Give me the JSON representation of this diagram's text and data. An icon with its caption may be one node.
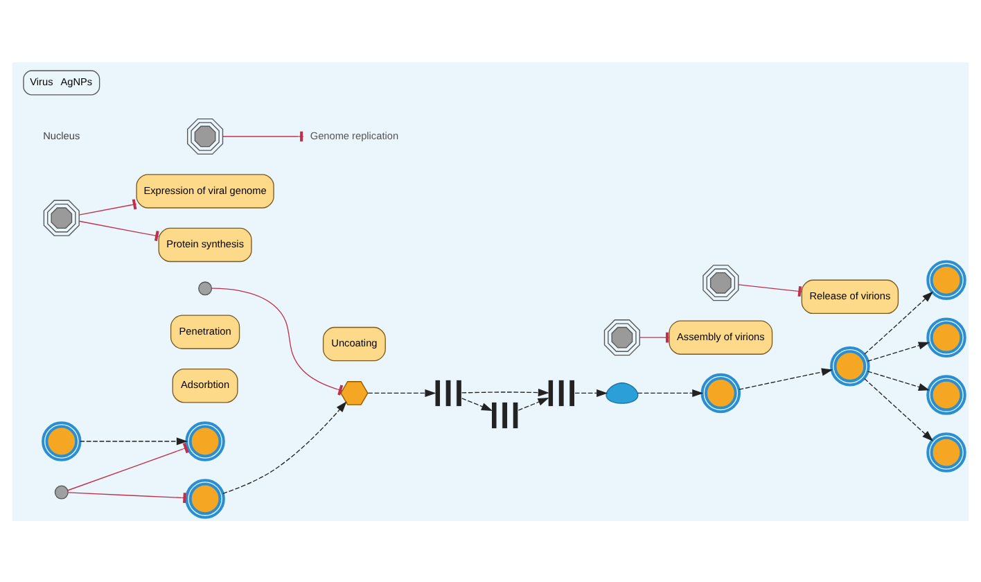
{
  "diagram": {
    "nodes": [
      {
        "text": [],
        "shape": "picture"
      },
      {
        "text": [],
        "shape": "picture"
      },
      {
        "text": [
          "Adsorbtion"
        ]
      },
      {
        "text": [],
        "shape": "circle"
      },
      {
        "text": [],
        "shape": "picture"
      },
      {
        "text": [
          "Penetration"
        ]
      },
      {
        "text": [
          "Uncoating"
        ]
      },
      {
        "text": [],
        "shape": "picture"
      },
      {
        "text": [],
        "shape": "circle"
      },
      {
        "text": [],
        "shape": "picture"
      },
      {
        "text": [
          "Expression of viral genome"
        ]
      },
      {
        "text": [],
        "shape": "picture"
      },
      {
        "text": [
          "Protein synthesis"
        ]
      },
      {
        "text": [],
        "shape": "picture"
      },
      {
        "text": [],
        "shape": "picture"
      },
      {
        "text": [
          "Assembly of virions"
        ]
      },
      {
        "text": [],
        "shape": "picture"
      },
      {
        "text": [],
        "shape": "picture"
      },
      {
        "text": [],
        "shape": "picture"
      },
      {
        "text": [
          "Release of virions"
        ]
      },
      {
        "text": [],
        "shape": "picture"
      },
      {
        "text": [],
        "shape": "picture"
      },
      {
        "text": [],
        "shape": "picture"
      },
      {
        "text": [],
        "shape": "picture"
      },
      {
        "text": [],
        "shape": "picture"
      },
      {
        "text": [
          "Genome replication"
        ]
      },
      {
        "text": [],
        "shape": "picture"
      },
      {
        "text": [],
        "shape": "picture"
      }
    ],
    "edges": [
      {
        "from": 0,
        "to": 1,
        "arrow": "to",
        "style": "dashed"
      },
      {
        "from": 3,
        "to": 1,
        "arrow": "other",
        "color": "#c0304a"
      },
      {
        "from": 3,
        "to": 4,
        "arrow": "other",
        "color": "#c0304a"
      },
      {
        "from": 4,
        "to": 7,
        "arrow": "to",
        "style": "dashed"
      },
      {
        "from": 8,
        "to": 7,
        "arrow": "other",
        "color": "#c0304a"
      },
      {
        "from": 7,
        "to": 9,
        "arrow": "to",
        "style": "dashed"
      },
      {
        "from": 9,
        "to": 13,
        "arrow": "to",
        "style": "dashed"
      },
      {
        "from": 9,
        "to": 27,
        "arrow": "to",
        "style": "dashed"
      },
      {
        "from": 27,
        "to": 13,
        "arrow": "to",
        "style": "dashed"
      },
      {
        "from": 11,
        "to": 10,
        "arrow": "other",
        "color": "#c0304a"
      },
      {
        "from": 11,
        "to": 12,
        "arrow": "other",
        "color": "#c0304a"
      },
      {
        "from": 13,
        "to": 14,
        "arrow": "to",
        "style": "dashed"
      },
      {
        "from": 14,
        "to": 17,
        "arrow": "to",
        "style": "dashed"
      },
      {
        "from": 16,
        "to": 15,
        "arrow": "other",
        "color": "#c0304a"
      },
      {
        "from": 17,
        "to": 18,
        "arrow": "to",
        "style": "dashed"
      },
      {
        "from": 20,
        "to": 19,
        "arrow": "other",
        "color": "#c0304a"
      },
      {
        "from": 18,
        "to": 21,
        "arrow": "to",
        "style": "dashed"
      },
      {
        "from": 18,
        "to": 22,
        "arrow": "to",
        "style": "dashed"
      },
      {
        "from": 18,
        "to": 23,
        "arrow": "to",
        "style": "dashed"
      },
      {
        "from": 18,
        "to": 24,
        "arrow": "to",
        "style": "dashed"
      },
      {
        "from": 26,
        "to": 25,
        "arrow": "other",
        "color": "#c0304a"
      }
    ],
    "labels": [
      "Nucleus"
    ],
    "legend": [
      {
        "text": "Virus"
      },
      {
        "text": "AgNPs"
      }
    ]
  }
}
